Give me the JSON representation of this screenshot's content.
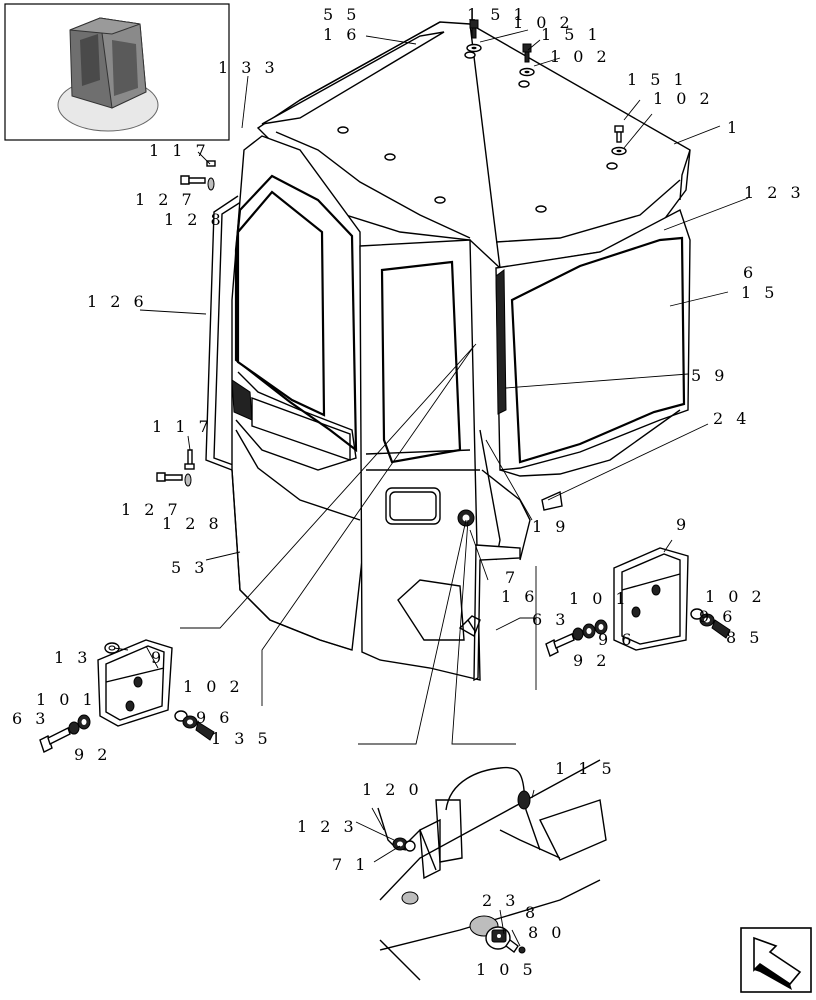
{
  "title": "",
  "labels": [
    {
      "id": "c55",
      "text": "5 5"
    },
    {
      "id": "c16a",
      "text": "1 6"
    },
    {
      "id": "c151a",
      "text": "1 5 1"
    },
    {
      "id": "c102a",
      "text": "1 0 2"
    },
    {
      "id": "c151b",
      "text": "1 5 1"
    },
    {
      "id": "c102b",
      "text": "1 0 2"
    },
    {
      "id": "c133",
      "text": "1 3 3"
    },
    {
      "id": "c151c",
      "text": "1 5 1"
    },
    {
      "id": "c102c",
      "text": "1 0 2"
    },
    {
      "id": "c1",
      "text": "1"
    },
    {
      "id": "c117a",
      "text": "1 1 7"
    },
    {
      "id": "c127a",
      "text": "1 2 7"
    },
    {
      "id": "c128a",
      "text": "1 2 8"
    },
    {
      "id": "c123a",
      "text": "1 2 3"
    },
    {
      "id": "c6",
      "text": "6"
    },
    {
      "id": "c15",
      "text": "1 5"
    },
    {
      "id": "c126",
      "text": "1 2 6"
    },
    {
      "id": "c59",
      "text": "5 9"
    },
    {
      "id": "c24",
      "text": "2 4"
    },
    {
      "id": "c117b",
      "text": "1 1 7"
    },
    {
      "id": "c127b",
      "text": "1 2 7"
    },
    {
      "id": "c128b",
      "text": "1 2 8"
    },
    {
      "id": "c19",
      "text": "1 9"
    },
    {
      "id": "c53",
      "text": "5 3"
    },
    {
      "id": "c9a",
      "text": "9"
    },
    {
      "id": "c7",
      "text": "7"
    },
    {
      "id": "c16b",
      "text": "1 6"
    },
    {
      "id": "c101a",
      "text": "1 0 1"
    },
    {
      "id": "c102d",
      "text": "1 0 2"
    },
    {
      "id": "c63a",
      "text": "6 3"
    },
    {
      "id": "c96a",
      "text": "9 6"
    },
    {
      "id": "c96b",
      "text": "9 6"
    },
    {
      "id": "c85",
      "text": "8 5"
    },
    {
      "id": "c92a",
      "text": "9 2"
    },
    {
      "id": "c13",
      "text": "1 3"
    },
    {
      "id": "c9b",
      "text": "9"
    },
    {
      "id": "c102e",
      "text": "1 0 2"
    },
    {
      "id": "c101b",
      "text": "1 0 1"
    },
    {
      "id": "c63b",
      "text": "6 3"
    },
    {
      "id": "c96c",
      "text": "9 6"
    },
    {
      "id": "c135",
      "text": "1 3 5"
    },
    {
      "id": "c92b",
      "text": "9 2"
    },
    {
      "id": "c115",
      "text": "1 1 5"
    },
    {
      "id": "c120",
      "text": "1 2 0"
    },
    {
      "id": "c123b",
      "text": "1 2 3"
    },
    {
      "id": "c71",
      "text": "7 1"
    },
    {
      "id": "c23",
      "text": "2 3"
    },
    {
      "id": "c8",
      "text": "8"
    },
    {
      "id": "c80",
      "text": "8 0"
    },
    {
      "id": "c105",
      "text": "1 0 5"
    }
  ],
  "icons": {
    "thumbnail": "cab-thumbnail",
    "navigation": "return-arrow-icon"
  }
}
